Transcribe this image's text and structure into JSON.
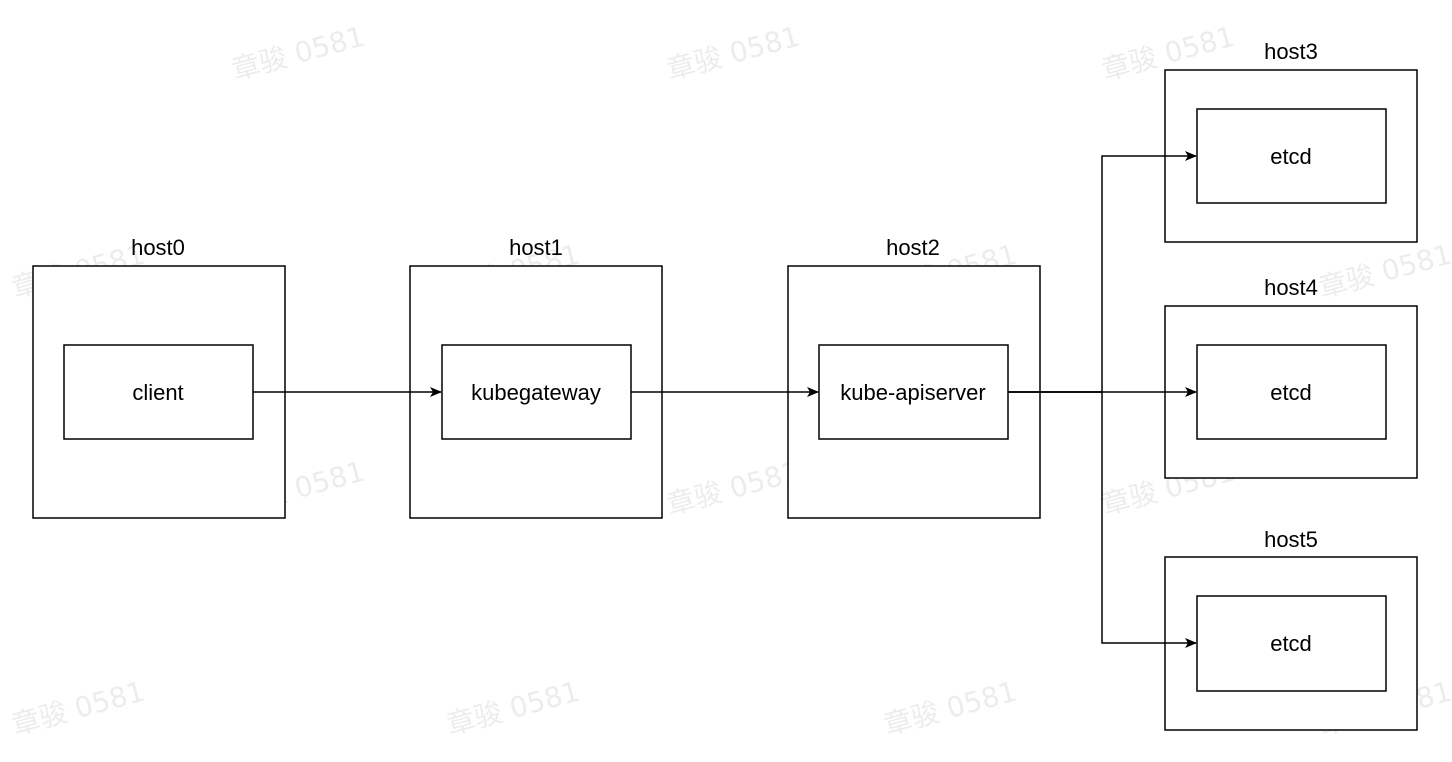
{
  "watermark": "章骏 0581",
  "hosts": [
    {
      "label": "host0",
      "service": "client"
    },
    {
      "label": "host1",
      "service": "kubegateway"
    },
    {
      "label": "host2",
      "service": "kube-apiserver"
    },
    {
      "label": "host3",
      "service": "etcd"
    },
    {
      "label": "host4",
      "service": "etcd"
    },
    {
      "label": "host5",
      "service": "etcd"
    }
  ]
}
